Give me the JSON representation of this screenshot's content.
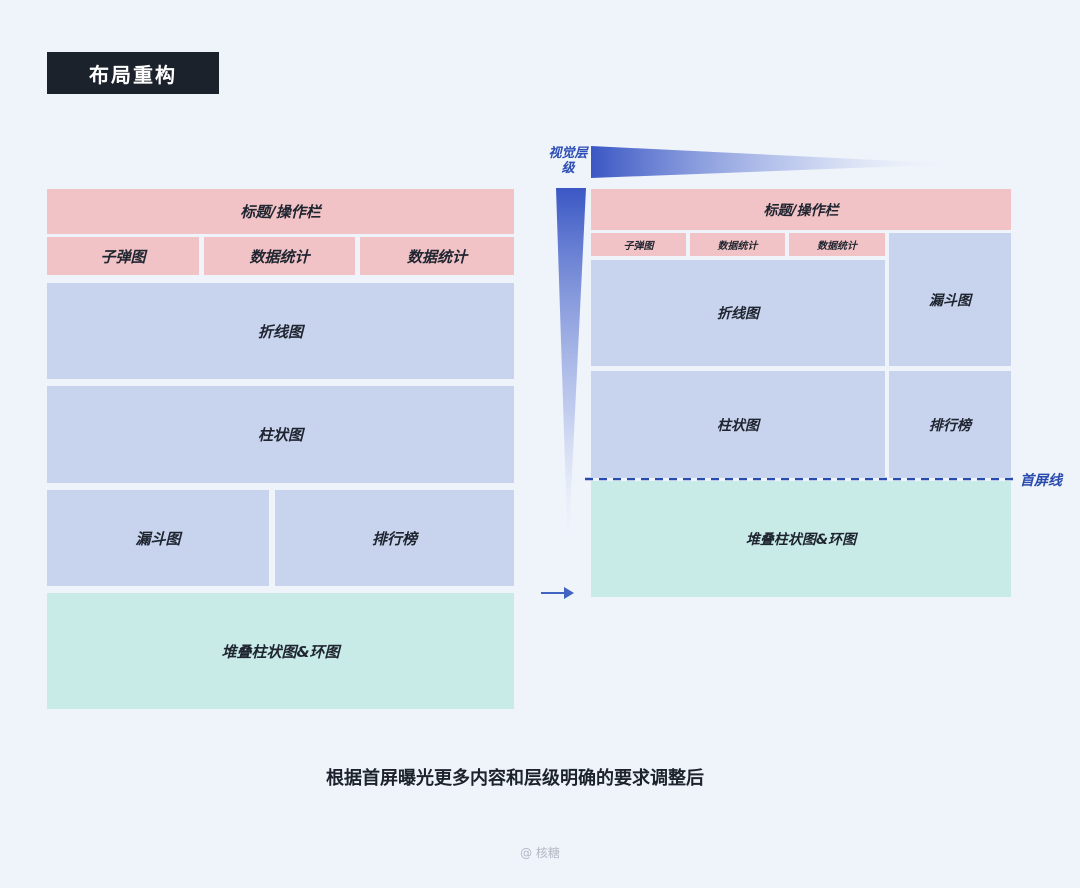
{
  "header": {
    "title": "布局重构"
  },
  "left_layout": {
    "title_bar": "标题/操作栏",
    "row1": [
      "子弹图",
      "数据统计",
      "数据统计"
    ],
    "line_chart": "折线图",
    "bar_chart": "柱状图",
    "funnel": "漏斗图",
    "ranking": "排行榜",
    "stacked": "堆叠柱状图&环图"
  },
  "right_layout": {
    "title_bar": "标题/操作栏",
    "row1": [
      "子弹图",
      "数据统计",
      "数据统计"
    ],
    "line_chart": "折线图",
    "funnel": "漏斗图",
    "bar_chart": "柱状图",
    "ranking": "排行榜",
    "stacked": "堆叠柱状图&环图"
  },
  "annotations": {
    "visual_hierarchy": "视觉层级",
    "fold_line": "首屏线"
  },
  "caption": "根据首屏曝光更多内容和层级明确的要求调整后",
  "credit": "@ 核糖",
  "colors": {
    "pink": "#f2c3c6",
    "blue": "#c8d3ee",
    "mint": "#c8ebe7",
    "accent": "#2e4fb5",
    "badge": "#1c222c"
  }
}
